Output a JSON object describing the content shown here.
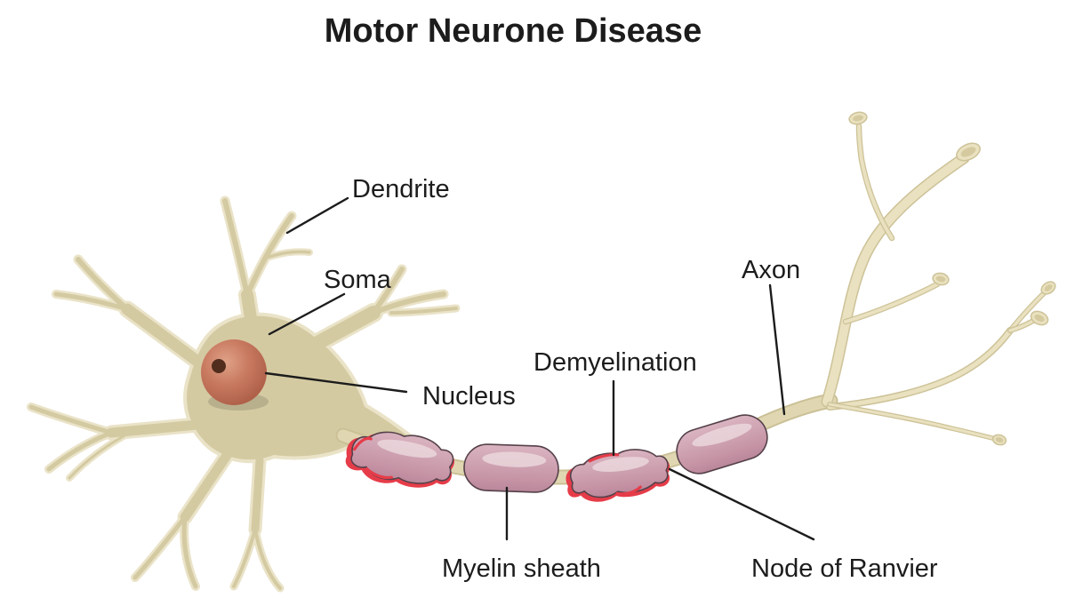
{
  "title": "Motor Neurone Disease",
  "diagram": {
    "type": "labeled-anatomy-diagram",
    "subject": "motor neuron with demyelination",
    "labels": {
      "dendrite": "Dendrite",
      "soma": "Soma",
      "nucleus": "Nucleus",
      "demyelination": "Demyelination",
      "axon": "Axon",
      "myelin_sheath": "Myelin sheath",
      "node_of_ranvier": "Node of Ranvier"
    },
    "colors": {
      "background": "#ffffff",
      "text": "#1c1c1c",
      "leader_line": "#1c1c1c",
      "cell_body_tan": "#d4caa2",
      "cell_body_highlight": "#eae3c8",
      "axon_fill": "#e0d7b2",
      "axon_edge": "#cbc096",
      "terminal_branch": "#e9e1bf",
      "myelin_pink": "#cfa3b2",
      "myelin_pink_light": "#ecd9df",
      "myelin_outline": "#55414a",
      "demyelination_red": "#e63c49",
      "nucleus_red_brown": "#c97b61",
      "nucleolus_dark": "#512d1d"
    }
  }
}
